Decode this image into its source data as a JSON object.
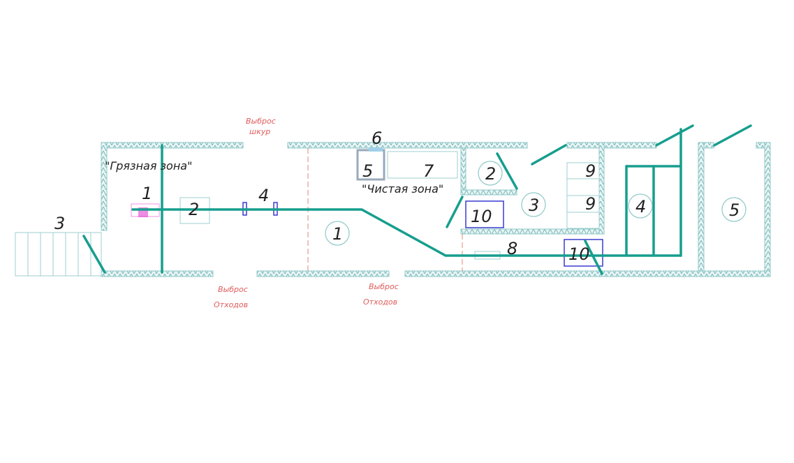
{
  "zones": {
    "dirty": "\"Грязная зона\"",
    "clean": "\"Чистая зона\""
  },
  "notes": {
    "top": [
      "Выброс",
      "шкур"
    ],
    "bottom_left": [
      "Выброс",
      "Отходов"
    ],
    "bottom_mid": [
      "Выброс",
      "Отходов"
    ]
  },
  "equipment": [
    "1",
    "2",
    "3",
    "4",
    "5",
    "6",
    "7",
    "8",
    "9",
    "9",
    "10",
    "10"
  ],
  "rooms": [
    "1",
    "2",
    "3",
    "4",
    "5"
  ],
  "colors": {
    "pipe": "#169e8e",
    "wall": "#8fc8c8",
    "note": "#e05a5a",
    "box": "#3a3ad0"
  }
}
